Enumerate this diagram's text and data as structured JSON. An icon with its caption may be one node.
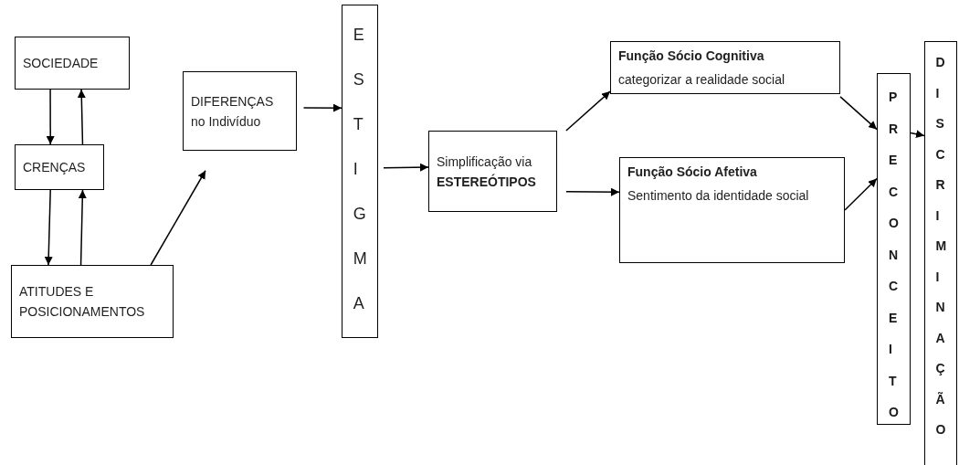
{
  "diagram": {
    "nodes": [
      {
        "text": [
          "SOCIEDADE"
        ]
      },
      {
        "text": [
          "CRENÇAS"
        ]
      },
      {
        "text": [
          "ATITUDES E POSICIONAMENTOS"
        ]
      },
      {
        "text": [
          "DIFERENÇAS no Indivíduo"
        ]
      },
      {
        "text": [
          "ESTIGMA"
        ]
      },
      {
        "text": [
          "Simplificação via **ESTEREÓTIPOS**"
        ]
      },
      {
        "text": [
          "Função Sócio Cognitiva",
          "categorizar a realidade social"
        ]
      },
      {
        "text": [
          "Função Sócio Afetiva",
          "Sentimento da identidade social"
        ]
      },
      {
        "text": [
          "PRECONCEITO"
        ]
      },
      {
        "text": [
          "DISCRIMINAÇÃO"
        ]
      }
    ],
    "edges": [
      {
        "from": 0,
        "to": 1,
        "arrow": "to"
      },
      {
        "from": 1,
        "to": 0,
        "arrow": "to"
      },
      {
        "from": 1,
        "to": 2,
        "arrow": "to"
      },
      {
        "from": 2,
        "to": 1,
        "arrow": "to"
      },
      {
        "from": 2,
        "to": 3,
        "arrow": "to"
      },
      {
        "from": 3,
        "to": 4,
        "arrow": "to"
      },
      {
        "from": 4,
        "to": 5,
        "arrow": "to"
      },
      {
        "from": 5,
        "to": 6,
        "arrow": "to"
      },
      {
        "from": 5,
        "to": 7,
        "arrow": "to"
      },
      {
        "from": 6,
        "to": 8,
        "arrow": "to"
      },
      {
        "from": 7,
        "to": 8,
        "arrow": "to"
      },
      {
        "from": 8,
        "to": 9,
        "arrow": "to"
      }
    ]
  }
}
